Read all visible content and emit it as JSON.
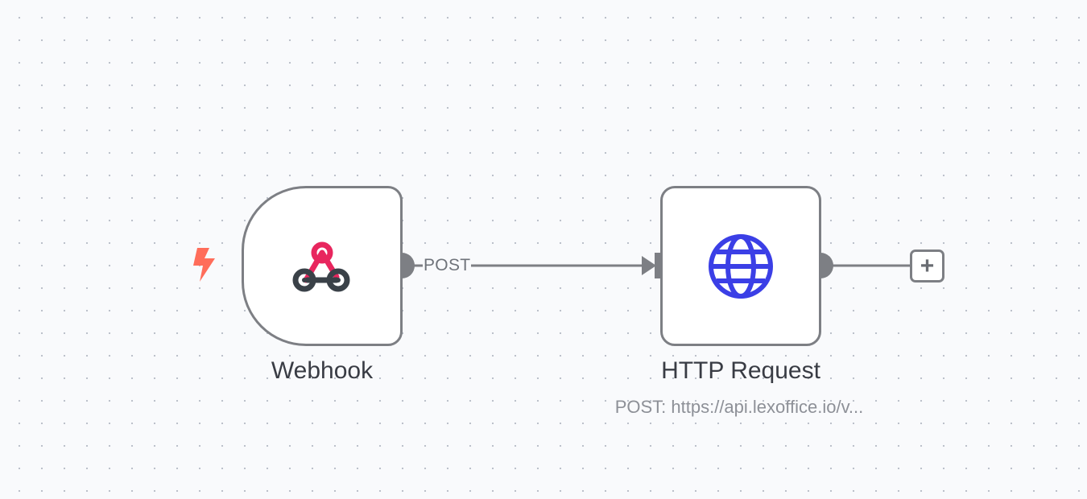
{
  "canvas": {
    "background": "#f9fafc",
    "dot_color": "#b9bec8"
  },
  "nodes": {
    "webhook": {
      "title": "Webhook",
      "icon": "webhook-icon",
      "trigger_icon": "lightning-bolt-icon",
      "icon_colors": {
        "accent": "#e8265e",
        "dark": "#3a4148"
      }
    },
    "http_request": {
      "title": "HTTP Request",
      "subtitle": "POST: https://api.lexoffice.io/v...",
      "icon": "globe-icon",
      "icon_color": "#3b3fe6"
    }
  },
  "connection": {
    "label": "POST"
  },
  "add_node": {
    "icon": "plus-icon",
    "glyph": "+"
  },
  "colors": {
    "node_border": "#7d7f84",
    "edge": "#7d7f84",
    "trigger": "#ff6d5a",
    "title_text": "#393c44",
    "subtitle_text": "#8d9097"
  }
}
